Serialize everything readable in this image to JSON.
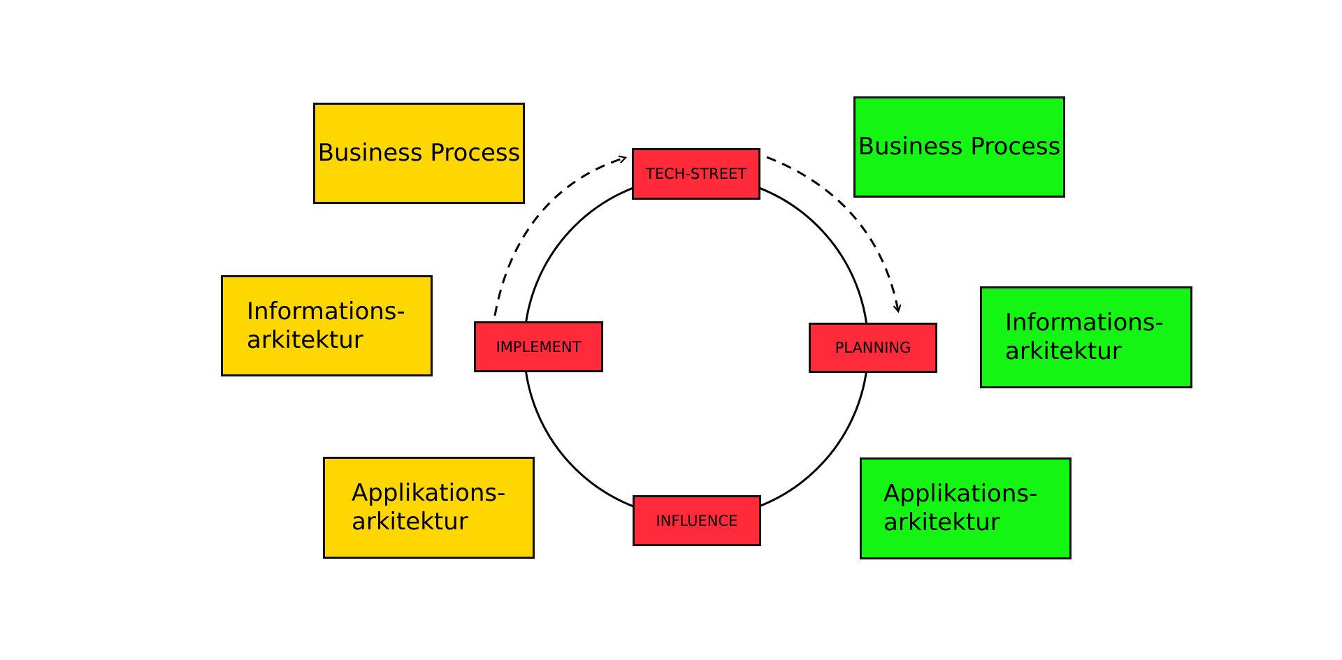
{
  "diagram": {
    "colors": {
      "current_state": "#FFD700",
      "target_state": "#14F514",
      "cycle_step": "#FF2A3A",
      "line": "#000000"
    },
    "left_boxes": [
      {
        "label": "Business Process"
      },
      {
        "label": "Informations-\narkitektur"
      },
      {
        "label": "Applikations-\narkitektur"
      }
    ],
    "right_boxes": [
      {
        "label": "Business Process"
      },
      {
        "label": "Informations-\narkitektur"
      },
      {
        "label": "Applikations-\narkitektur"
      }
    ],
    "cycle_nodes": {
      "top": "TECH-STREET",
      "left": "IMPLEMENT",
      "right": "PLANNING",
      "bottom": "INFLUENCE"
    },
    "arrows": [
      {
        "from": "IMPLEMENT",
        "to": "TECH-STREET",
        "style": "dashed"
      },
      {
        "from": "TECH-STREET",
        "to": "PLANNING",
        "style": "dashed"
      }
    ]
  }
}
